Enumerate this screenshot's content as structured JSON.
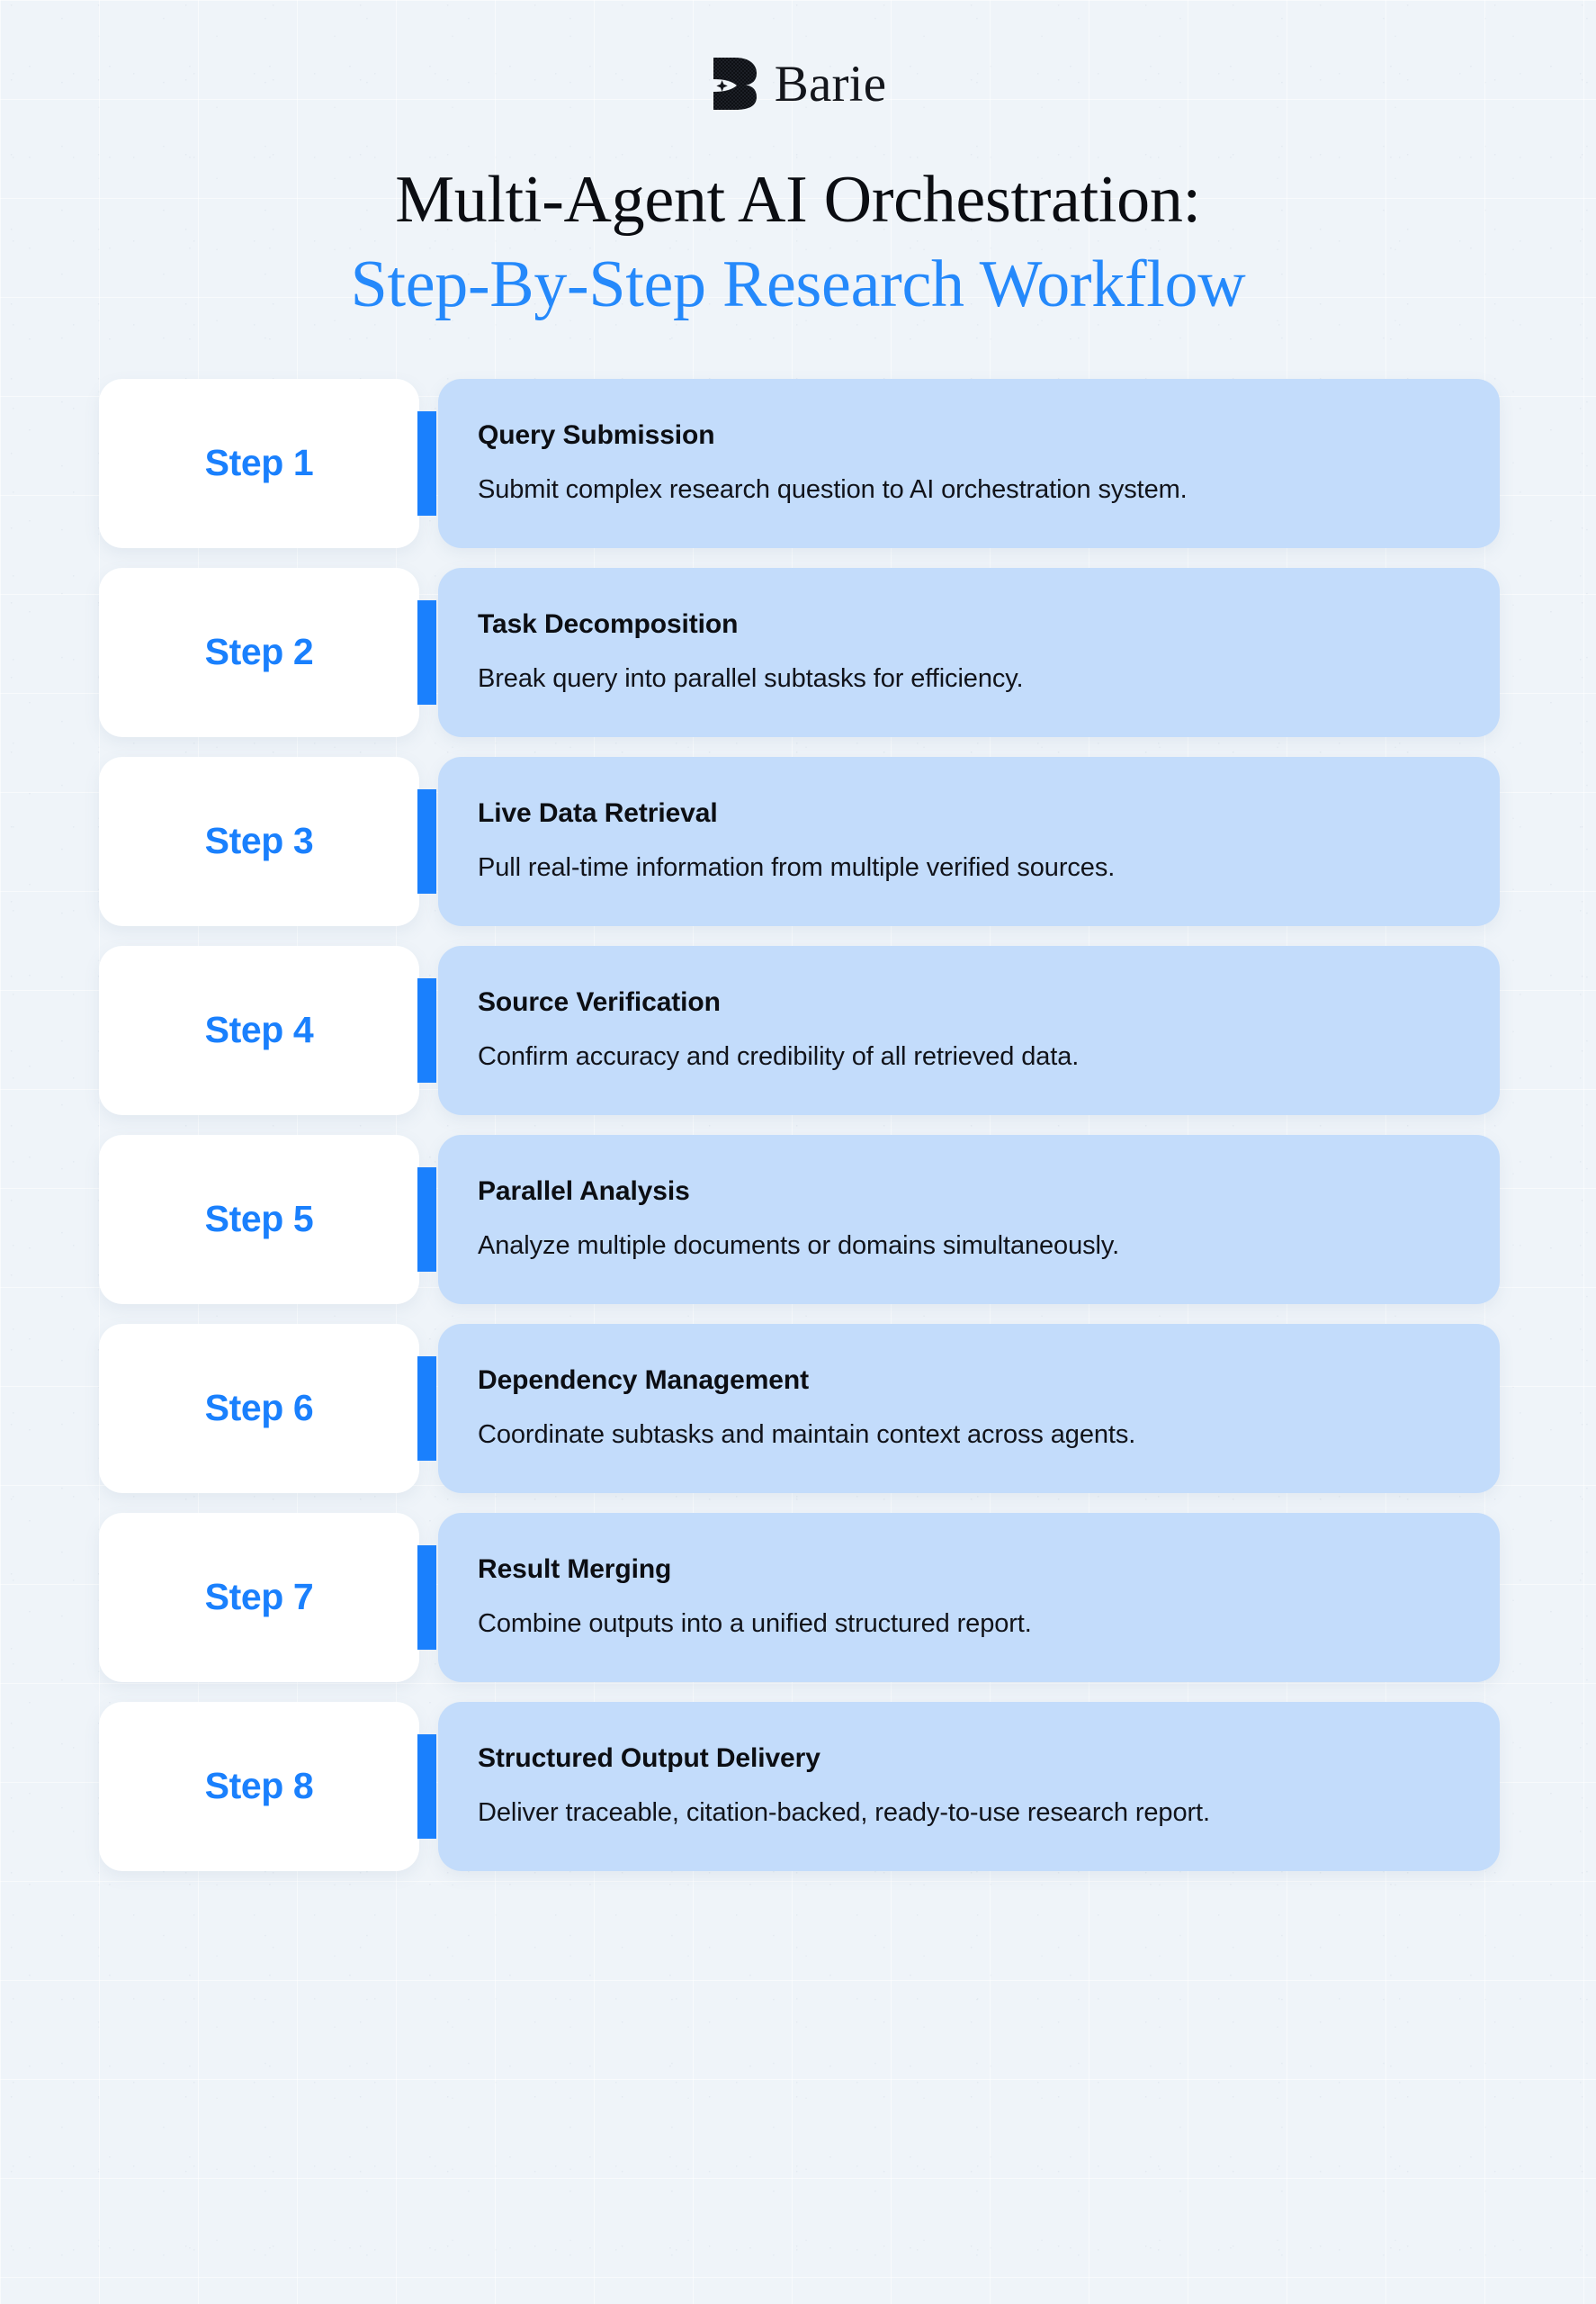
{
  "brand": {
    "name": "Barie",
    "mark_icon": "barie-b-logomark"
  },
  "title": {
    "line1": "Multi-Agent AI Orchestration:",
    "line2": "Step-By-Step Research Workflow"
  },
  "colors": {
    "background": "#eff4f9",
    "accent_blue": "#1a80fd",
    "title_blue": "#2589fb",
    "panel_blue": "#c3dcfb",
    "badge_white": "#ffffff",
    "text_dark": "#0c0e13"
  },
  "steps": [
    {
      "badge": "Step 1",
      "title": "Query Submission",
      "desc": "Submit complex research question to AI orchestration system."
    },
    {
      "badge": "Step 2",
      "title": "Task Decomposition",
      "desc": "Break query into parallel subtasks for efficiency."
    },
    {
      "badge": "Step 3",
      "title": "Live Data Retrieval",
      "desc": "Pull real-time information from multiple verified sources."
    },
    {
      "badge": "Step 4",
      "title": "Source Verification",
      "desc": "Confirm accuracy and credibility of all retrieved data."
    },
    {
      "badge": "Step 5",
      "title": "Parallel Analysis",
      "desc": "Analyze multiple documents or domains simultaneously."
    },
    {
      "badge": "Step 6",
      "title": "Dependency Management",
      "desc": "Coordinate subtasks and maintain context across agents."
    },
    {
      "badge": "Step 7",
      "title": "Result Merging",
      "desc": "Combine outputs into a unified structured report."
    },
    {
      "badge": "Step 8",
      "title": "Structured Output Delivery",
      "desc": "Deliver traceable, citation-backed, ready-to-use research report."
    }
  ]
}
